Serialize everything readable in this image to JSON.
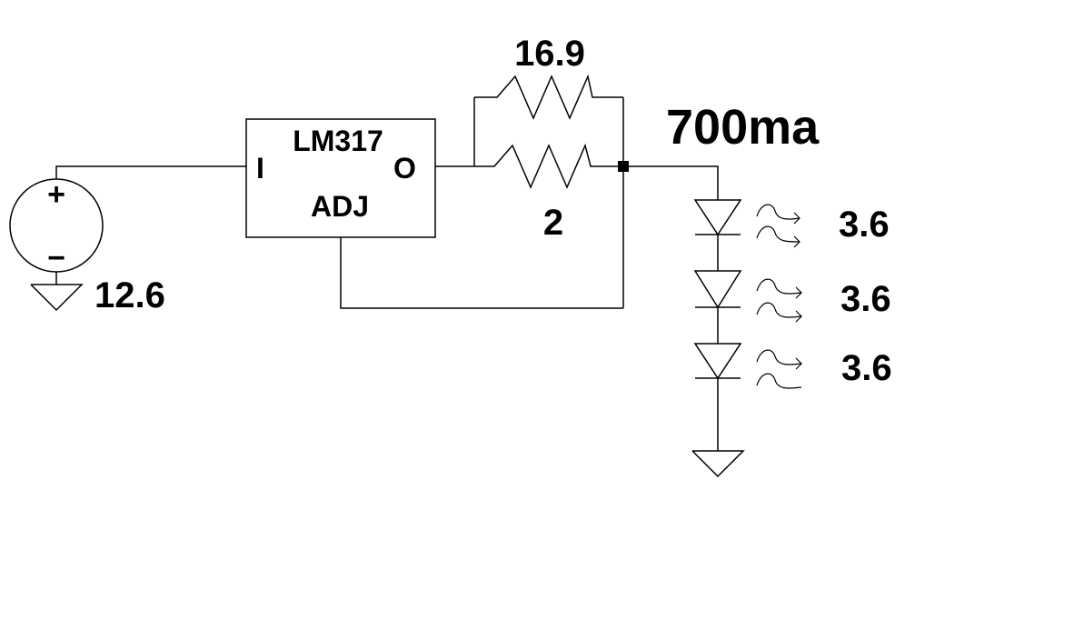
{
  "source": {
    "voltage_label": "12.6",
    "plus_symbol": "+",
    "minus_symbol": "−"
  },
  "regulator": {
    "name": "LM317",
    "pin_in": "I",
    "pin_out": "O",
    "pin_adj": "ADJ"
  },
  "resistors": [
    {
      "value": "16.9"
    },
    {
      "value": "2"
    }
  ],
  "current_label": "700ma",
  "leds": [
    {
      "value": "3.6"
    },
    {
      "value": "3.6"
    },
    {
      "value": "3.6"
    }
  ],
  "icons": [
    "voltage-source-icon",
    "ground-icon",
    "resistor-icon",
    "led-icon",
    "junction-dot-icon",
    "light-emission-arrow-icon"
  ]
}
